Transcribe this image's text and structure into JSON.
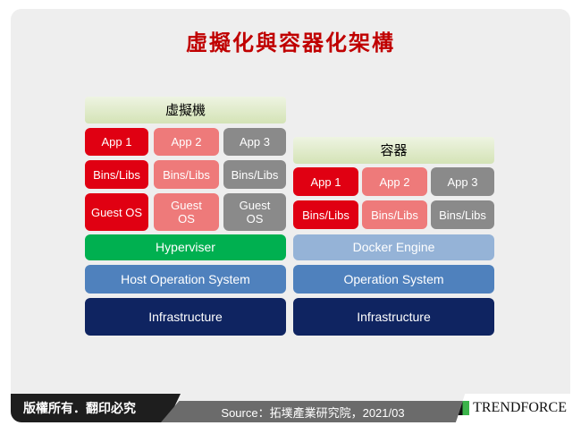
{
  "title": "虛擬化與容器化架構",
  "vm": {
    "header": "虛擬機",
    "apps": [
      "App 1",
      "App 2",
      "App 3"
    ],
    "bins": [
      "Bins/Libs",
      "Bins/Libs",
      "Bins/Libs"
    ],
    "guest": [
      "Guest OS",
      "Guest OS",
      "Guest OS"
    ],
    "hyperviser": "Hyperviser",
    "host": "Host Operation System",
    "infra": "Infrastructure"
  },
  "container": {
    "header": "容器",
    "apps": [
      "App 1",
      "App 2",
      "App 3"
    ],
    "bins": [
      "Bins/Libs",
      "Bins/Libs",
      "Bins/Libs"
    ],
    "docker": "Docker Engine",
    "os": "Operation System",
    "infra": "Infrastructure"
  },
  "footer": {
    "copyright": "版權所有．翻印必究",
    "source": "Source：拓墣產業研究院，2021/03",
    "logo": "TRENDFORCE"
  },
  "colors": {
    "title": "#c00000",
    "red": "#e00012",
    "pink": "#ee7a7a",
    "gray": "#8a8a8a",
    "green": "#00b050",
    "light_blue": "#95b3d7",
    "blue": "#4f81bd",
    "navy": "#0f2461"
  }
}
